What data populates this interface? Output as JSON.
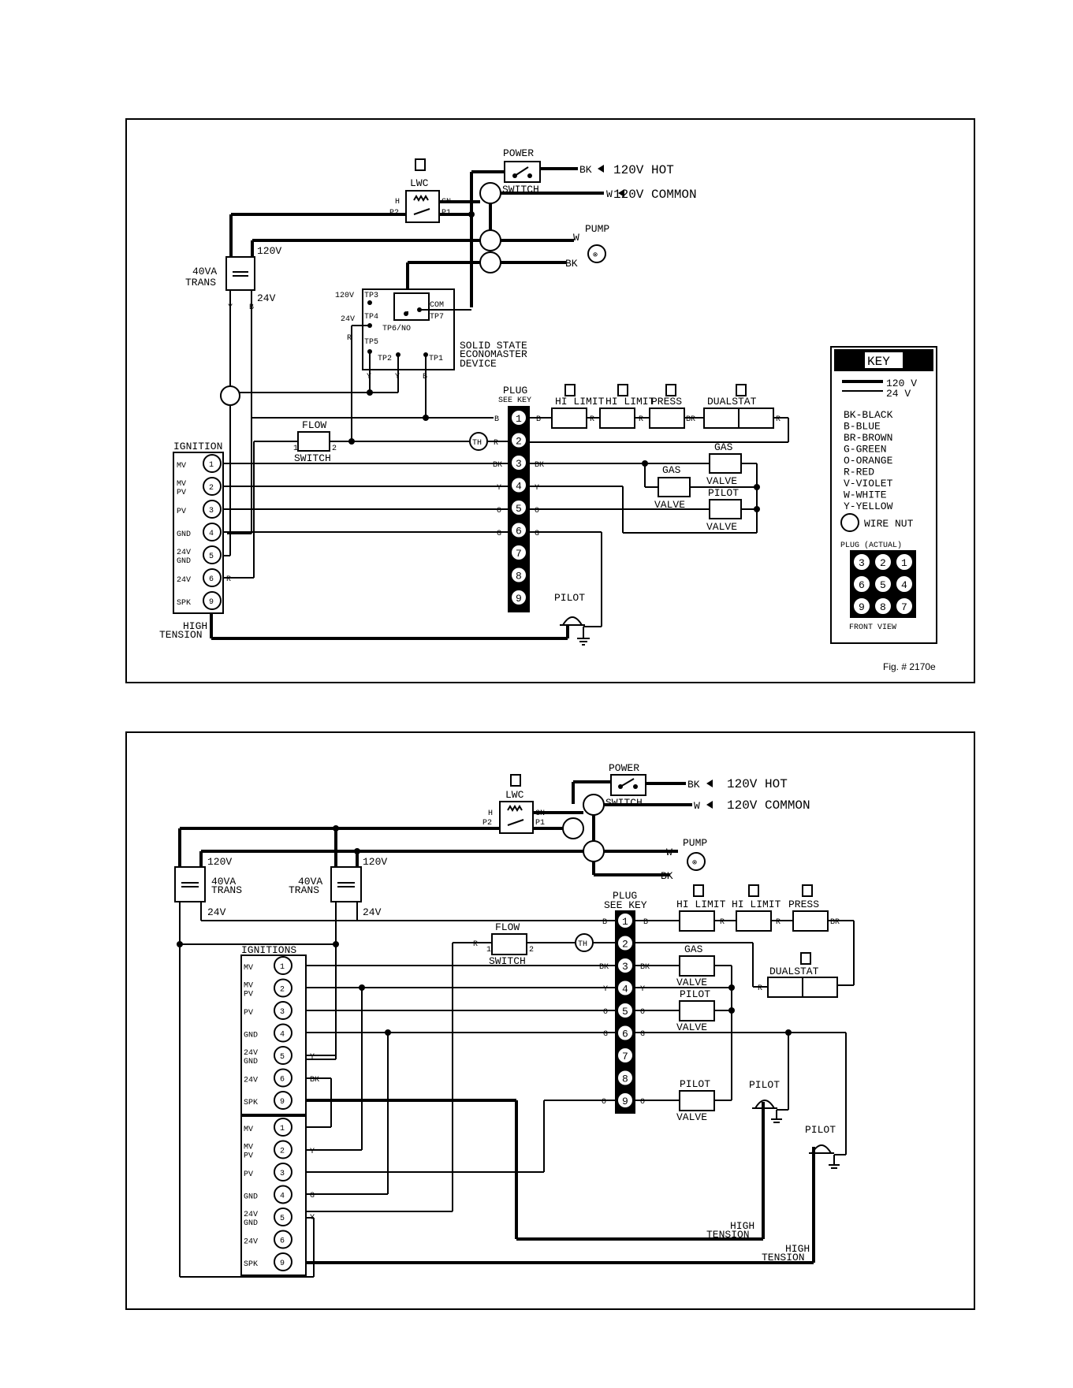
{
  "figure_number": "Fig. # 2170e",
  "top": {
    "power_title": "POWER",
    "switch_label": "SWITCH",
    "hot_wire": "BK",
    "hot_label": "120V HOT",
    "common_wire": "W",
    "common_label": "120V COMMON",
    "lwc": "LWC",
    "lwc_h": "H",
    "lwc_p2": "P2",
    "lwc_gn": "GN",
    "lwc_p1": "P1",
    "pump": "PUMP",
    "pump_w": "W",
    "pump_bk": "BK",
    "trans_120": "120V",
    "trans_name_1": "40VA",
    "trans_name_2": "TRANS",
    "trans_24": "24V",
    "trans_y": "Y",
    "trans_b": "B",
    "tp3_v": "120V",
    "tp3": "TP3",
    "tp4_v": "24V",
    "tp4": "TP4",
    "tp4_r": "R",
    "tp5": "TP5",
    "tp2": "TP2",
    "tp1": "TP1",
    "com": "COM",
    "tp7": "TP7",
    "tp6": "TP6/NO",
    "device_1": "SOLID STATE",
    "device_2": "ECONOMASTER",
    "device_3": "DEVICE",
    "tp_y1": "Y",
    "tp_y2": "Y",
    "tp_b": "B",
    "plug_1": "PLUG",
    "plug_2": "SEE KEY",
    "hilimit_1": "HI LIMIT",
    "hilimit_2": "HI LIMIT",
    "press": "PRESS",
    "dualstat": "DUALSTAT",
    "flow": "FLOW",
    "flow_switch": "SWITCH",
    "flow_1": "1",
    "flow_2": "2",
    "th": "TH",
    "gas_valve_1": "GAS",
    "gas_valve_1b": "VALVE",
    "gas_valve_2": "GAS",
    "gas_valve_2b": "VALVE",
    "pilot_valve": "PILOT",
    "pilot_valve_b": "VALVE",
    "pilot": "PILOT",
    "ignition": "IGNITION",
    "high": "HIGH",
    "tension": "TENSION",
    "ign_rows": [
      {
        "label": "MV",
        "pin": "1"
      },
      {
        "label": "MV PV",
        "pin": "2"
      },
      {
        "label": "PV",
        "pin": "3"
      },
      {
        "label": "GND",
        "pin": "4"
      },
      {
        "label": "24V GND",
        "pin": "5"
      },
      {
        "label": "24V",
        "pin": "6"
      },
      {
        "label": "SPK",
        "pin": "9"
      }
    ],
    "plug_pins": [
      "1",
      "2",
      "3",
      "4",
      "5",
      "6",
      "7",
      "8",
      "9"
    ],
    "wire_labels": {
      "b1": "B",
      "b2": "B",
      "r": "R",
      "r2": "R",
      "r3": "R",
      "br": "BR",
      "bk": "BK",
      "bk2": "BK",
      "y": "Y",
      "y2": "Y",
      "o": "O",
      "o2": "O",
      "g": "G",
      "g2": "G",
      "ign_r": "R"
    }
  },
  "key": {
    "title": "KEY",
    "l120": "120 V",
    "l24": "24 V",
    "colors": [
      "BK-BLACK",
      "B-BLUE",
      "BR-BROWN",
      "G-GREEN",
      "O-ORANGE",
      "R-RED",
      "V-VIOLET",
      "W-WHITE",
      "Y-YELLOW"
    ],
    "wire_nut": "WIRE NUT",
    "plug_actual": "PLUG (ACTUAL)",
    "plug_grid": [
      "3",
      "2",
      "1",
      "6",
      "5",
      "4",
      "9",
      "8",
      "7"
    ],
    "front_view": "FRONT VIEW"
  },
  "bottom": {
    "power_title": "POWER",
    "switch_label": "SWITCH",
    "hot_wire": "BK",
    "hot_label": "120V HOT",
    "common_wire": "W",
    "common_label": "120V COMMON",
    "lwc": "LWC",
    "lwc_h": "H",
    "lwc_p2": "P2",
    "lwc_gn": "GN",
    "lwc_p1": "P1",
    "pump": "PUMP",
    "pump_w": "W",
    "pump_bk": "BK",
    "trans1_120": "120V",
    "trans1_name_1": "40VA",
    "trans1_name_2": "TRANS",
    "trans1_24": "24V",
    "trans2_120": "120V",
    "trans2_name_1": "40VA",
    "trans2_name_2": "TRANS",
    "trans2_24": "24V",
    "ignitions": "IGNITIONS",
    "plug_1": "PLUG",
    "plug_2": "SEE KEY",
    "hilimit_1": "HI LIMIT",
    "hilimit_2": "HI LIMIT",
    "press": "PRESS",
    "dualstat": "DUALSTAT",
    "flow": "FLOW",
    "flow_switch": "SWITCH",
    "flow_1": "1",
    "flow_2": "2",
    "th": "TH",
    "gas_valve": "GAS",
    "gas_valve_b": "VALVE",
    "pilot_valve_1": "PILOT",
    "pilot_valve_1b": "VALVE",
    "pilot_valve_2": "PILOT",
    "pilot_valve_2b": "VALVE",
    "pilot_1": "PILOT",
    "pilot_2": "PILOT",
    "high_1": "HIGH",
    "tension_1": "TENSION",
    "high_2": "HIGH",
    "tension_2": "TENSION",
    "ign_rows_a": [
      {
        "label": "MV",
        "pin": "1"
      },
      {
        "label": "MV PV",
        "pin": "2"
      },
      {
        "label": "PV",
        "pin": "3"
      },
      {
        "label": "GND",
        "pin": "4"
      },
      {
        "label": "24V GND",
        "pin": "5"
      },
      {
        "label": "24V",
        "pin": "6"
      },
      {
        "label": "SPK",
        "pin": "9"
      }
    ],
    "ign_rows_b": [
      {
        "label": "MV",
        "pin": "1"
      },
      {
        "label": "MV PV",
        "pin": "2"
      },
      {
        "label": "PV",
        "pin": "3"
      },
      {
        "label": "GND",
        "pin": "4"
      },
      {
        "label": "24V GND",
        "pin": "5"
      },
      {
        "label": "24V",
        "pin": "6"
      },
      {
        "label": "SPK",
        "pin": "9"
      }
    ],
    "plug_pins": [
      "1",
      "2",
      "3",
      "4",
      "5",
      "6",
      "7",
      "8",
      "9"
    ],
    "wire_labels": {
      "b1": "B",
      "b2": "B",
      "r": "R",
      "r2": "R",
      "r3": "R",
      "r4": "R",
      "br": "BR",
      "bk": "BK",
      "bk2": "BK",
      "y": "Y",
      "y2": "Y",
      "o": "O",
      "o2": "O",
      "g": "G",
      "g2": "G",
      "o9": "O",
      "o9b": "O",
      "ia_y": "Y",
      "ia_bk": "BK",
      "ib_y": "Y",
      "ib_g": "G",
      "ib_y2": "Y"
    }
  }
}
